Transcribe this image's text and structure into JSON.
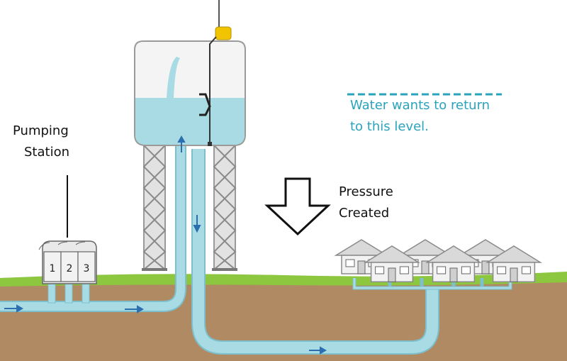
{
  "labels": {
    "pumping_station": [
      "Pumping",
      "Station"
    ],
    "pressure_created": [
      "Pressure",
      "Created"
    ],
    "water_level_note": [
      "Water wants to return",
      "to this level."
    ]
  },
  "pump_numbers": [
    "1",
    "2",
    "3"
  ],
  "colors": {
    "water": "#a8dbe3",
    "water_stroke": "#7dbfcc",
    "soil": "#b08a63",
    "grass": "#8dc63f",
    "steel": "#d8d8d8",
    "tower_tank": "#f4f4f4",
    "arrow_blue": "#2c6fb0",
    "level_line": "#2aa3bd",
    "sensor": "#f2c400"
  }
}
